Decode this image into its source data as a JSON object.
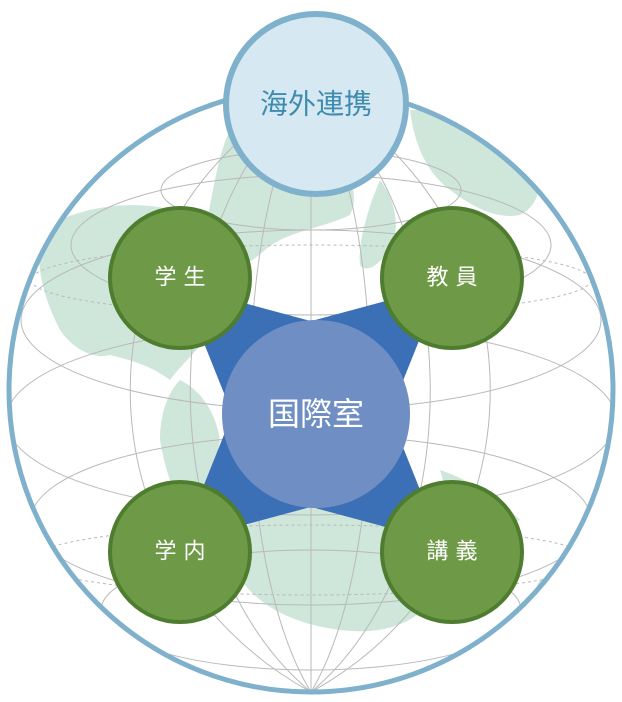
{
  "diagram": {
    "top_node": {
      "label": "海外連携"
    },
    "center_node": {
      "label": "国際室"
    },
    "satellites": [
      {
        "id": "student",
        "label": "学 生"
      },
      {
        "id": "faculty",
        "label": "教 員"
      },
      {
        "id": "campus",
        "label": "学 内"
      },
      {
        "id": "lecture",
        "label": "講 義"
      }
    ]
  },
  "colors": {
    "globe_outline": "#7fb0cc",
    "land": "#cfe6da",
    "grid": "#b9b9b9",
    "top_fill": "#d6e8f1",
    "center_fill": "#6f8fc4",
    "satellite_fill": "#6e9a48",
    "satellite_stroke": "#4f7d30",
    "arrow": "#3b6fb6"
  }
}
